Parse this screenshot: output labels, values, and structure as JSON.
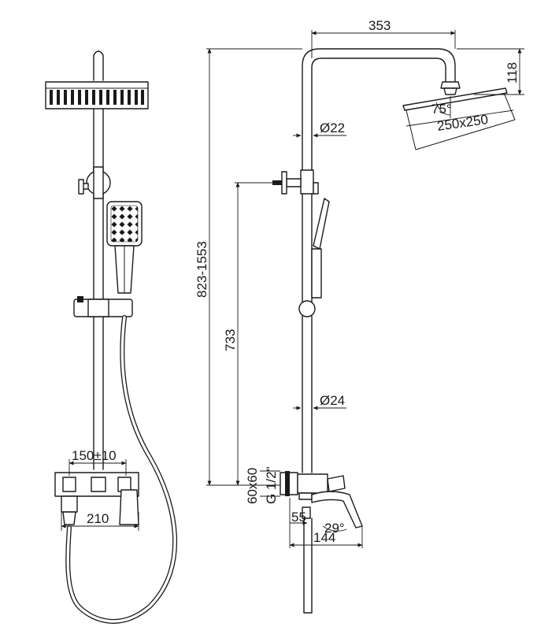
{
  "dimensions": {
    "arm_reach": "353",
    "head_drop": "118",
    "head_size": "250x250",
    "head_tilt": "75°",
    "upper_pipe_diameter": "Ø22",
    "lower_pipe_diameter": "Ø24",
    "height_range": "823-1553",
    "diverter_height": "733",
    "centers": "150±10",
    "mixer_width": "210",
    "wall_plate": "60x60",
    "thread": "G 1/2\"",
    "spout_offset": "55",
    "spout_angle": "29°",
    "spout_length": "144"
  }
}
